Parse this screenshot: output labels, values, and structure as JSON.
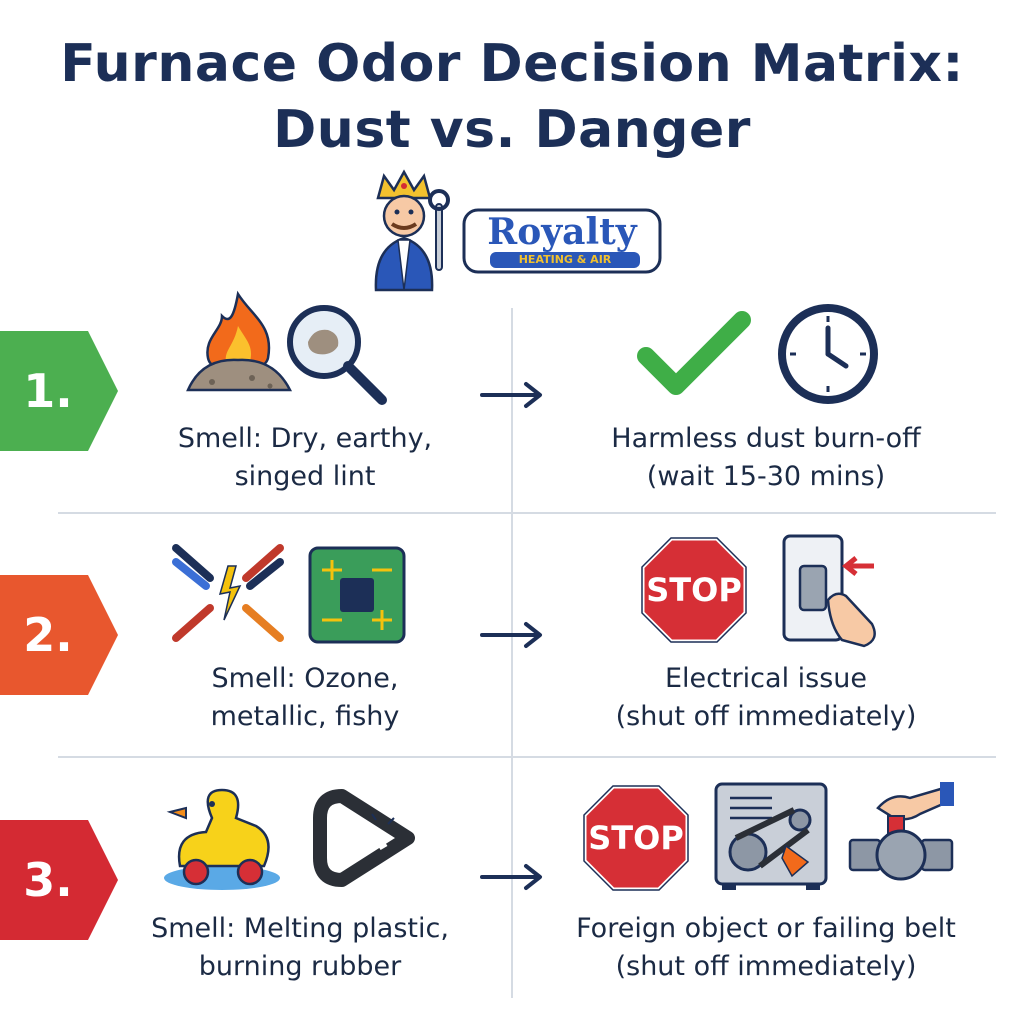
{
  "title": {
    "line1": "Furnace Odor Decision Matrix:",
    "line2": "Dust vs. Danger"
  },
  "logo": {
    "brand": "Royalty",
    "tagline": "HEATING & AIR"
  },
  "colors": {
    "title": "#1c2f57",
    "step1": "#4caf50",
    "step2": "#e8572e",
    "step3": "#d42a33",
    "check": "#3fae47",
    "stop": "#d62f36"
  },
  "rows": [
    {
      "number": "1.",
      "smell_line1": "Smell: Dry, earthy,",
      "smell_line2": "singed lint",
      "result_line1": "Harmless dust burn-off",
      "result_line2": "(wait 15-30 mins)",
      "smell_icons": [
        "fire-dust-icon",
        "magnifying-glass-icon"
      ],
      "result_icons": [
        "checkmark-icon",
        "clock-icon"
      ]
    },
    {
      "number": "2.",
      "smell_line1": "Smell: Ozone,",
      "smell_line2": "metallic, fishy",
      "result_line1": "Electrical issue",
      "result_line2": "(shut off immediately)",
      "smell_icons": [
        "sparking-wires-icon",
        "circuit-board-icon"
      ],
      "result_icons": [
        "stop-sign-icon",
        "switch-icon"
      ],
      "stop_label": "STOP"
    },
    {
      "number": "3.",
      "smell_line1": "Smell: Melting plastic,",
      "smell_line2": "burning rubber",
      "result_line1": "Foreign object or failing belt",
      "result_line2": "(shut off immediately)",
      "smell_icons": [
        "melting-duck-icon",
        "broken-belt-icon"
      ],
      "result_icons": [
        "stop-sign-icon",
        "furnace-belt-icon",
        "gas-valve-icon"
      ],
      "stop_label": "STOP"
    }
  ]
}
